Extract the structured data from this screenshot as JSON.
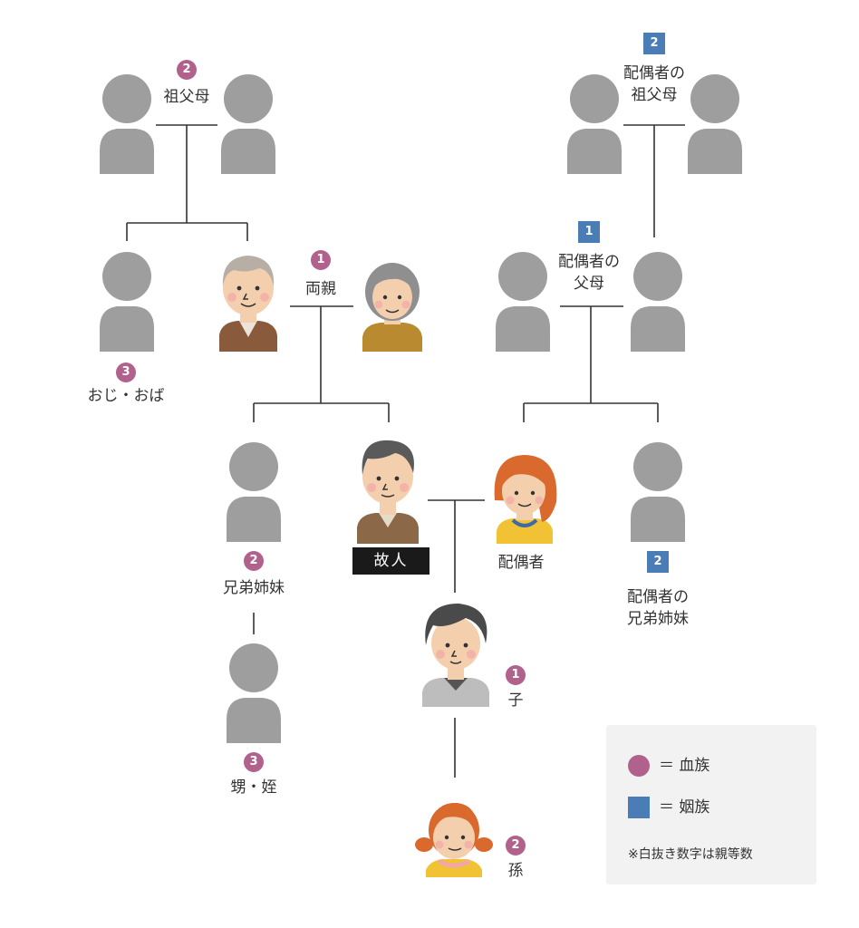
{
  "labels": {
    "grandparents": "祖父母",
    "spouse_grandparents_l1": "配偶者の",
    "spouse_grandparents_l2": "祖父母",
    "parents": "両親",
    "spouse_parents_l1": "配偶者の",
    "spouse_parents_l2": "父母",
    "uncle_aunt": "おじ・おば",
    "siblings": "兄弟姉妹",
    "deceased": "故人",
    "spouse": "配偶者",
    "spouse_siblings_l1": "配偶者の",
    "spouse_siblings_l2": "兄弟姉妹",
    "nephew_niece": "甥・姪",
    "child": "子",
    "grandchild": "孫"
  },
  "degrees": {
    "grandparents": "2",
    "spouse_grandparents": "2",
    "parents": "1",
    "spouse_parents": "1",
    "uncle_aunt": "3",
    "siblings": "2",
    "spouse_siblings": "2",
    "nephew_niece": "3",
    "child": "1",
    "grandchild": "2"
  },
  "legend": {
    "blood_label": "＝ 血族",
    "inlaw_label": "＝ 姻族",
    "note": "※白抜き数字は親等数"
  },
  "colors": {
    "blood": "#b0628c",
    "inlaw": "#4a7cb5",
    "silhouette": "#9e9e9e"
  }
}
